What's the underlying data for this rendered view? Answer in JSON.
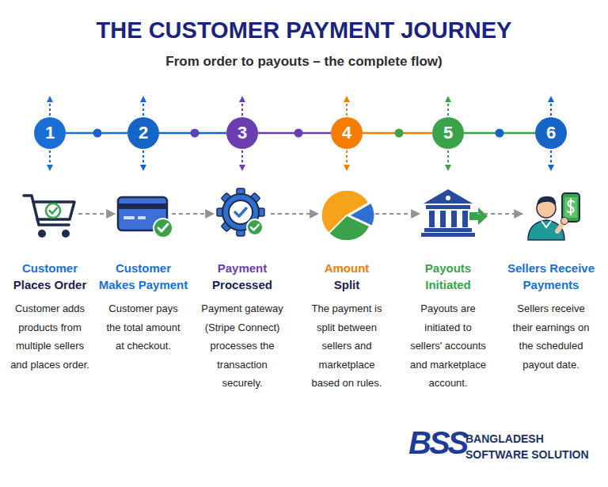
{
  "diagram": {
    "title": "THE CUSTOMER PAYMENT JOURNEY",
    "nodes": [
      {
        "text": [
          "1"
        ]
      },
      {
        "text": [
          "2"
        ]
      },
      {
        "text": [
          "3"
        ]
      },
      {
        "text": [
          "4"
        ]
      },
      {
        "text": [
          "5"
        ]
      },
      {
        "text": [
          "6"
        ]
      },
      {
        "text": [
          "Customer Places Order",
          "Customer adds products from multiple sellers and places order."
        ]
      },
      {
        "text": [
          "Customer Makes Payment",
          "Customer pays the total amount at checkout."
        ]
      },
      {
        "text": [
          "Payment Processed",
          "Payment gateway (Stripe Connect) processes the transaction securely."
        ]
      },
      {
        "text": [
          "Amount Split",
          "The payment is split between sellers and marketplace based on rules."
        ]
      },
      {
        "text": [
          "Payouts Initiated",
          "Payouts are initiated to sellers' accounts and marketplace account."
        ]
      },
      {
        "text": [
          "Sellers Receive Payments",
          "Sellers receive their earnings on the scheduled payout date."
        ]
      }
    ],
    "edges": [
      {
        "from": 0,
        "to": 1,
        "arrow": "none"
      },
      {
        "from": 1,
        "to": 2,
        "arrow": "none"
      },
      {
        "from": 2,
        "to": 3,
        "arrow": "none"
      },
      {
        "from": 3,
        "to": 4,
        "arrow": "none"
      },
      {
        "from": 4,
        "to": 5,
        "arrow": "none"
      },
      {
        "from": 6,
        "to": 7,
        "arrow": "to"
      },
      {
        "from": 7,
        "to": 8,
        "arrow": "to"
      },
      {
        "from": 8,
        "to": 9,
        "arrow": "to"
      },
      {
        "from": 9,
        "to": 10,
        "arrow": "to"
      },
      {
        "from": 10,
        "to": 11,
        "arrow": "to"
      }
    ],
    "labels": [
      "From order to payouts – the complete flow)",
      "BSS",
      "BANGLADESH SOFTWARE SOLUTION"
    ]
  }
}
